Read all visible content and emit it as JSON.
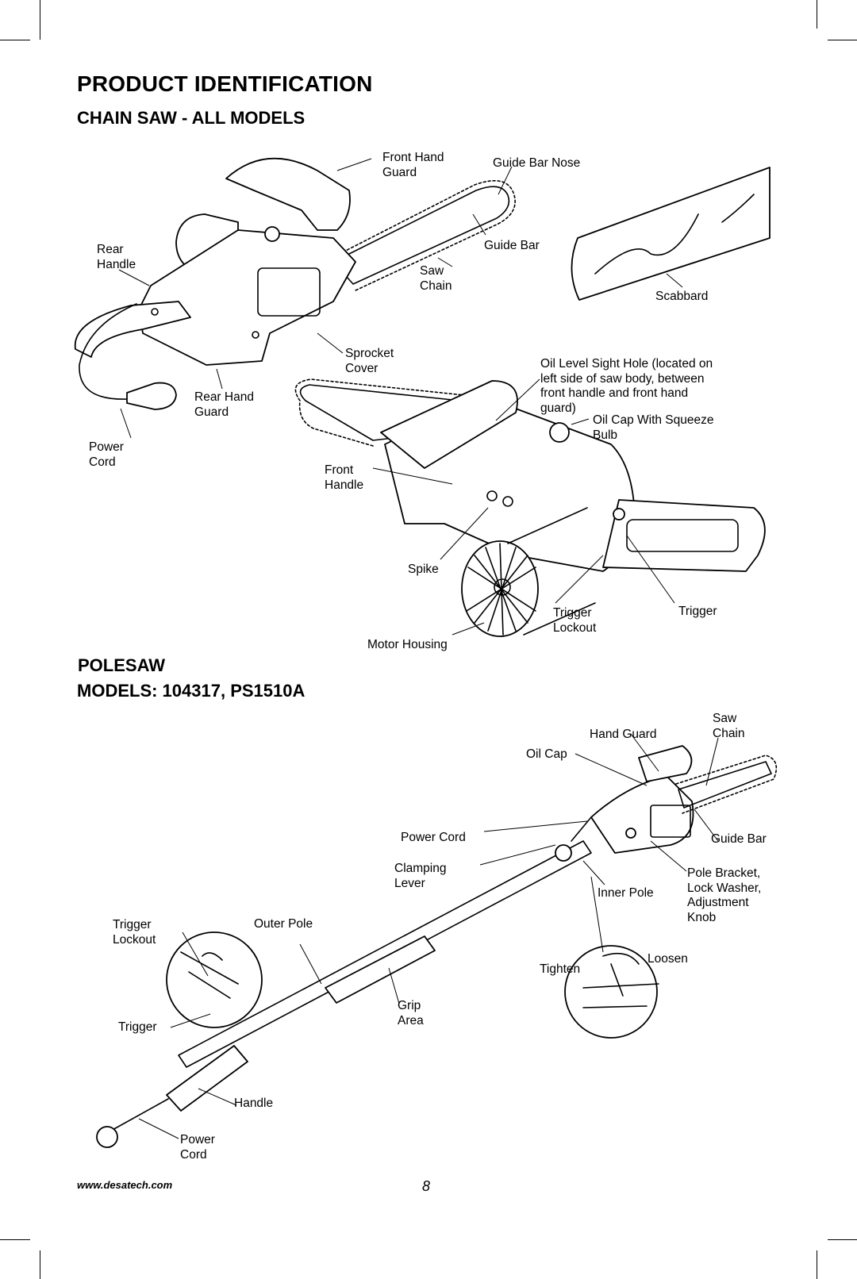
{
  "header": {
    "title": "PRODUCT IDENTIFICATION",
    "chainsaw_heading": "CHAIN SAW - ALL MODELS"
  },
  "chainsaw_labels": {
    "front_hand_guard": "Front Hand\nGuard",
    "guide_bar_nose": "Guide Bar Nose",
    "rear_handle": "Rear\nHandle",
    "guide_bar": "Guide Bar",
    "saw_chain": "Saw\nChain",
    "scabbard": "Scabbard",
    "sprocket_cover": "Sprocket\nCover",
    "oil_level_sight_hole": "Oil Level Sight Hole (located on\nleft side of saw body, between\nfront handle and front hand\nguard)",
    "rear_hand_guard": "Rear Hand\nGuard",
    "oil_cap_squeeze_bulb": "Oil Cap With Squeeze\nBulb",
    "power_cord": "Power\nCord",
    "front_handle": "Front\nHandle",
    "spike": "Spike",
    "trigger_lockout": "Trigger\nLockout",
    "trigger": "Trigger",
    "motor_housing": "Motor Housing"
  },
  "polesaw": {
    "heading": "POLESAW",
    "models": "MODELS: 104317, PS1510A",
    "labels": {
      "saw_chain": "Saw\nChain",
      "hand_guard": "Hand Guard",
      "oil_cap": "Oil Cap",
      "power_cord_top": "Power Cord",
      "guide_bar": "Guide Bar",
      "clamping_lever": "Clamping\nLever",
      "pole_bracket": "Pole Bracket,\nLock Washer,\nAdjustment\nKnob",
      "inner_pole": "Inner Pole",
      "trigger_lockout": "Trigger\nLockout",
      "outer_pole": "Outer Pole",
      "loosen": "Loosen",
      "tighten": "Tighten",
      "grip_area": "Grip\nArea",
      "trigger": "Trigger",
      "handle": "Handle",
      "power_cord_bottom": "Power\nCord"
    }
  },
  "footer": {
    "url": "www.desatech.com",
    "page_number": "8"
  }
}
